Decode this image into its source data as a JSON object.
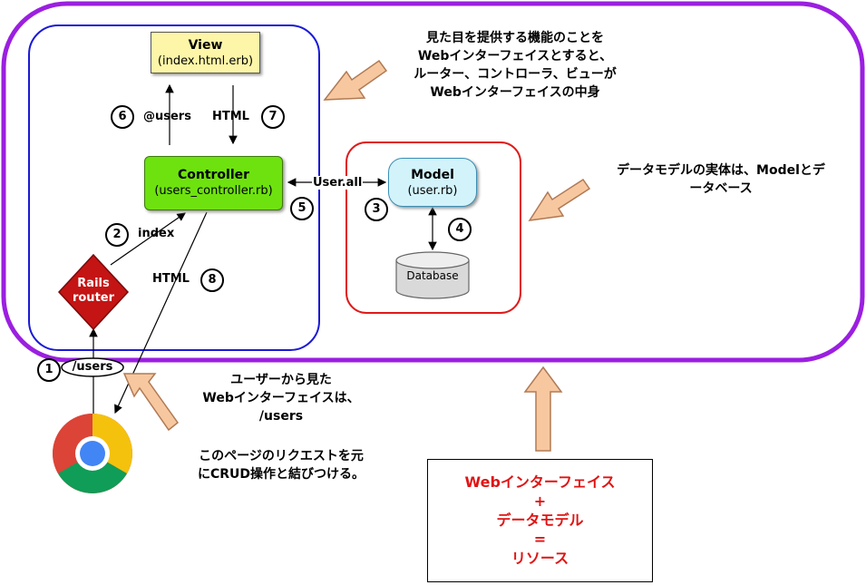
{
  "view": {
    "title": "View",
    "subtitle": "(index.html.erb)"
  },
  "controller": {
    "title": "Controller",
    "subtitle": "(users_controller.rb)"
  },
  "model": {
    "title": "Model",
    "subtitle": "(user.rb)"
  },
  "database": {
    "label": "Database"
  },
  "router": {
    "line1": "Rails",
    "line2": "router"
  },
  "edges": {
    "users_var": "@users",
    "html_view": "HTML",
    "index": "index",
    "user_all": "User.all",
    "html_browser": "HTML",
    "request_path": "/users"
  },
  "steps": [
    "1",
    "2",
    "3",
    "4",
    "5",
    "6",
    "7",
    "8"
  ],
  "notes": {
    "top_right": [
      "見た目を提供する機能のことを",
      "Webインターフェイスとすると、",
      "ルーター、コントローラ、ビューが",
      "Webインターフェイスの中身"
    ],
    "data_model": [
      "データモデルの実体は、Modelとデ",
      "ータベース"
    ],
    "user_view": [
      "ユーザーから見た",
      "Webインターフェイスは、",
      "/users"
    ],
    "crud": [
      "このページのリクエストを元",
      "にCRUD操作と結びつける。"
    ]
  },
  "resource": {
    "line1": "Webインターフェイス",
    "line2": "+",
    "line3": "データモデル",
    "line4": "=",
    "line5": "リソース"
  },
  "colors": {
    "outer_border": "#9b1fe0",
    "web_border": "#1a1ad6",
    "model_border": "#e01a1a",
    "view_fill": "#fdf6a8",
    "controller_fill": "#6ee20f",
    "model_fill": "#d3f3fb",
    "router_fill": "#c41414",
    "arrow_fill": "#f7c8a0",
    "arrow_stroke": "#b07a55",
    "resource_text": "#e01414"
  },
  "icons": {
    "browser": "chrome-logo-icon"
  }
}
